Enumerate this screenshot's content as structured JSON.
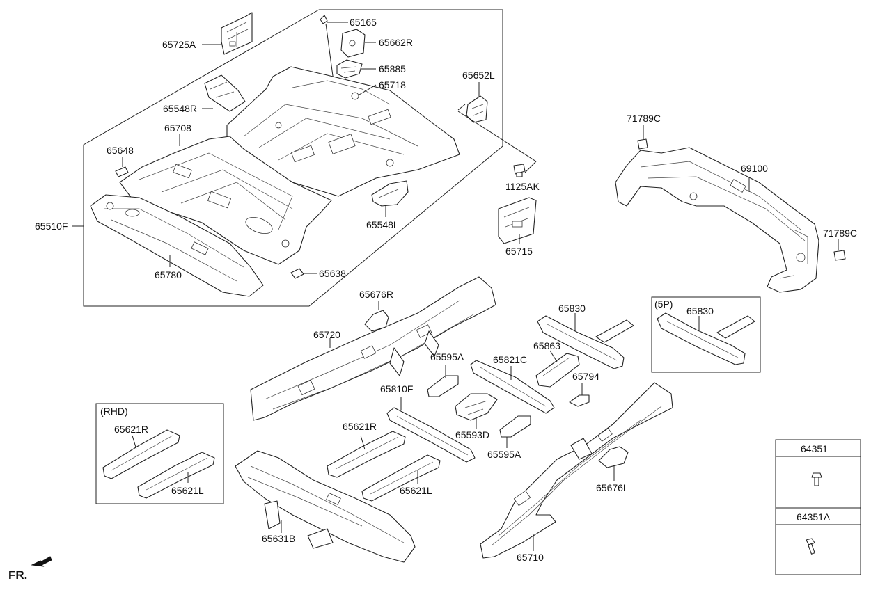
{
  "labels": {
    "p65725A": "65725A",
    "p65165": "65165",
    "p65662R": "65662R",
    "p65885": "65885",
    "p65718": "65718",
    "p65652L": "65652L",
    "p65548R": "65548R",
    "p65708": "65708",
    "p65648": "65648",
    "p65510F": "65510F",
    "p65780": "65780",
    "p65638": "65638",
    "p65548L": "65548L",
    "p1125AK": "1125AK",
    "p65715": "65715",
    "p71789C_top": "71789C",
    "p69100": "69100",
    "p71789C_right": "71789C",
    "p65676R": "65676R",
    "p65720": "65720",
    "p65830": "65830",
    "p65830_5p": "65830",
    "p5P": "(5P)",
    "p65863": "65863",
    "p65821C": "65821C",
    "p65595A_top": "65595A",
    "p65794": "65794",
    "p65810F": "65810F",
    "p65593D": "65593D",
    "p65595A_bottom": "65595A",
    "pRHD": "(RHD)",
    "p65621R_rhd": "65621R",
    "p65621L_rhd": "65621L",
    "p65621R": "65621R",
    "p65621L": "65621L",
    "p65631B": "65631B",
    "p65710": "65710",
    "p65676L": "65676L",
    "p64351": "64351",
    "p64351A": "64351A",
    "fr": "FR."
  },
  "icons": {
    "front_direction": "arrow-left-down-icon",
    "bolt": "bolt-icon"
  },
  "colors": {
    "line": "#222222",
    "background": "#ffffff"
  }
}
